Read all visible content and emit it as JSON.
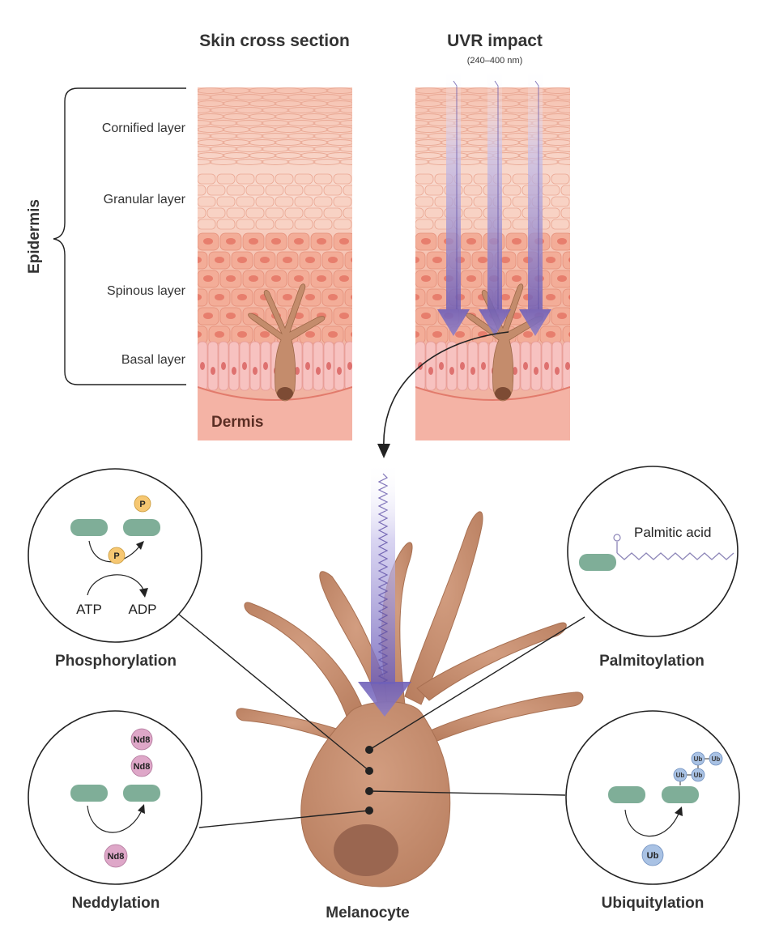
{
  "titles": {
    "skin_cross_section": "Skin cross section",
    "uvr_impact": "UVR impact",
    "uvr_range": "(240–400 nm)"
  },
  "epidermis": {
    "label": "Epidermis",
    "layers": [
      "Cornified layer",
      "Granular layer",
      "Spinous layer",
      "Basal layer"
    ]
  },
  "dermis_label": "Dermis",
  "melanocyte_label": "Melanocyte",
  "processes": {
    "phosphorylation": {
      "title": "Phosphorylation",
      "badge": "P",
      "atp": "ATP",
      "adp": "ADP"
    },
    "palmitoylation": {
      "title": "Palmitoylation",
      "acid_label": "Palmitic acid"
    },
    "neddylation": {
      "title": "Neddylation",
      "badge": "Nd8"
    },
    "ubiquitylation": {
      "title": "Ubiquitylation",
      "badge": "Ub"
    }
  },
  "colors": {
    "skin_light": "#f6c7b8",
    "skin_cell": "#f2a793",
    "nucleus": "#e36f5f",
    "melanocyte": "#c48c6c",
    "melanocyte_nucleus": "#9a6650",
    "protein": "#7fae98",
    "phosphate": "#f6c772",
    "nedd8": "#dea7c8",
    "ubiquitin": "#a9c2e4",
    "uv_arrow": "#7b6cc0"
  }
}
